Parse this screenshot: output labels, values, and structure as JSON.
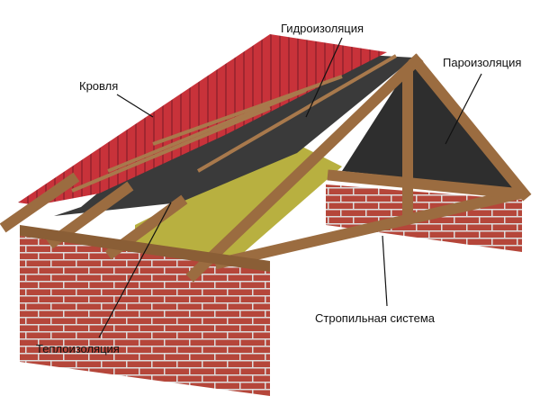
{
  "labels": {
    "roofing": "Кровля",
    "waterproofing": "Гидроизоляция",
    "vapor_barrier": "Пароизоляция",
    "rafter_system": "Стропильная система",
    "thermal_insulation": "Теплоизоляция"
  },
  "colors": {
    "tile": "#c8323a",
    "brick": "#b5463a",
    "wood": "#a8794c",
    "membrane": "#3a3a3a",
    "insulation": "#b8b040"
  }
}
